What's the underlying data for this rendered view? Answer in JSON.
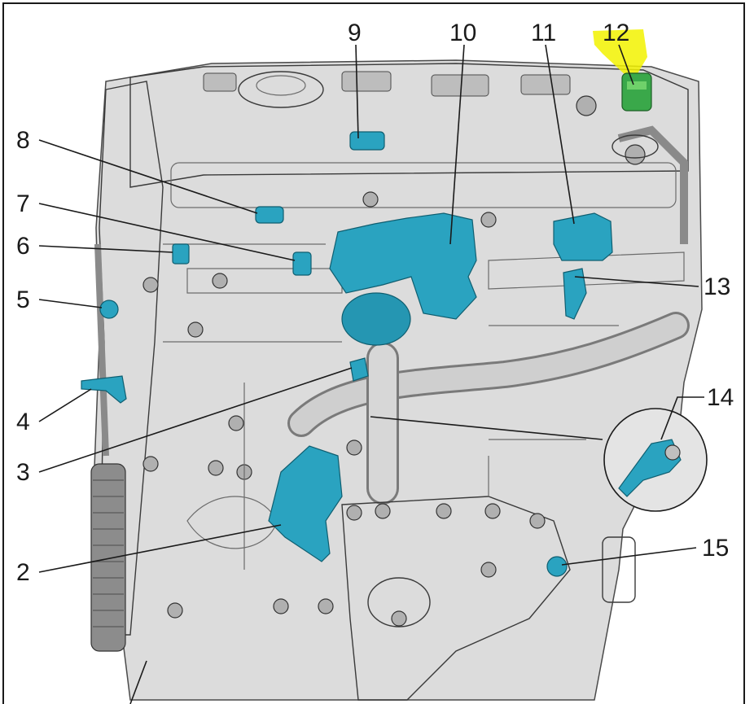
{
  "diagram": {
    "callouts": [
      {
        "id": "1",
        "label": "2"
      },
      {
        "id": "2",
        "label": "3"
      },
      {
        "id": "3",
        "label": "4"
      },
      {
        "id": "4",
        "label": "5"
      },
      {
        "id": "5",
        "label": "6"
      },
      {
        "id": "6",
        "label": "7"
      },
      {
        "id": "7",
        "label": "8"
      },
      {
        "id": "8",
        "label": "9"
      },
      {
        "id": "9",
        "label": "10"
      },
      {
        "id": "10",
        "label": "11"
      },
      {
        "id": "11",
        "label": "12"
      },
      {
        "id": "12",
        "label": "13"
      },
      {
        "id": "13",
        "label": "14"
      },
      {
        "id": "14",
        "label": "15"
      }
    ],
    "colors": {
      "component_highlight": "#2aa3c0",
      "highlighter_marker": "#f2f200",
      "highlighted_part": "#3aa84a",
      "engine_body": "#d9d9d9",
      "border": "#1a1a1a"
    }
  }
}
